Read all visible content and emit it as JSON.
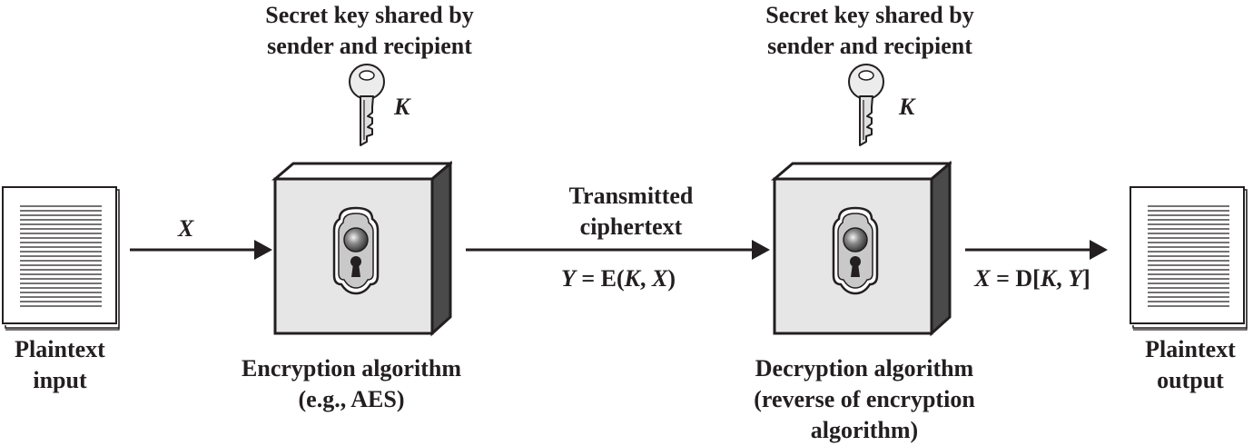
{
  "key_left": {
    "line1": "Secret key shared by",
    "line2": "sender and recipient",
    "symbol": "K"
  },
  "key_right": {
    "line1": "Secret key shared by",
    "line2": "sender and recipient",
    "symbol": "K"
  },
  "plaintext_input": {
    "line1": "Plaintext",
    "line2": "input"
  },
  "plaintext_output": {
    "line1": "Plaintext",
    "line2": "output"
  },
  "input_var": "X",
  "encryption": {
    "line1": "Encryption algorithm",
    "line2": "(e.g., AES)"
  },
  "decryption": {
    "line1": "Decryption algorithm",
    "line2": "(reverse of encryption",
    "line3": "algorithm)"
  },
  "channel": {
    "line1": "Transmitted",
    "line2": "ciphertext",
    "eq": {
      "y": "Y",
      "equals": " = E(",
      "k": "K",
      "comma": ", ",
      "x": "X",
      "close": ")"
    }
  },
  "output_eq": {
    "x": "X",
    "equals": " = D[",
    "k": "K",
    "comma": ", ",
    "y": "Y",
    "close": "]"
  }
}
